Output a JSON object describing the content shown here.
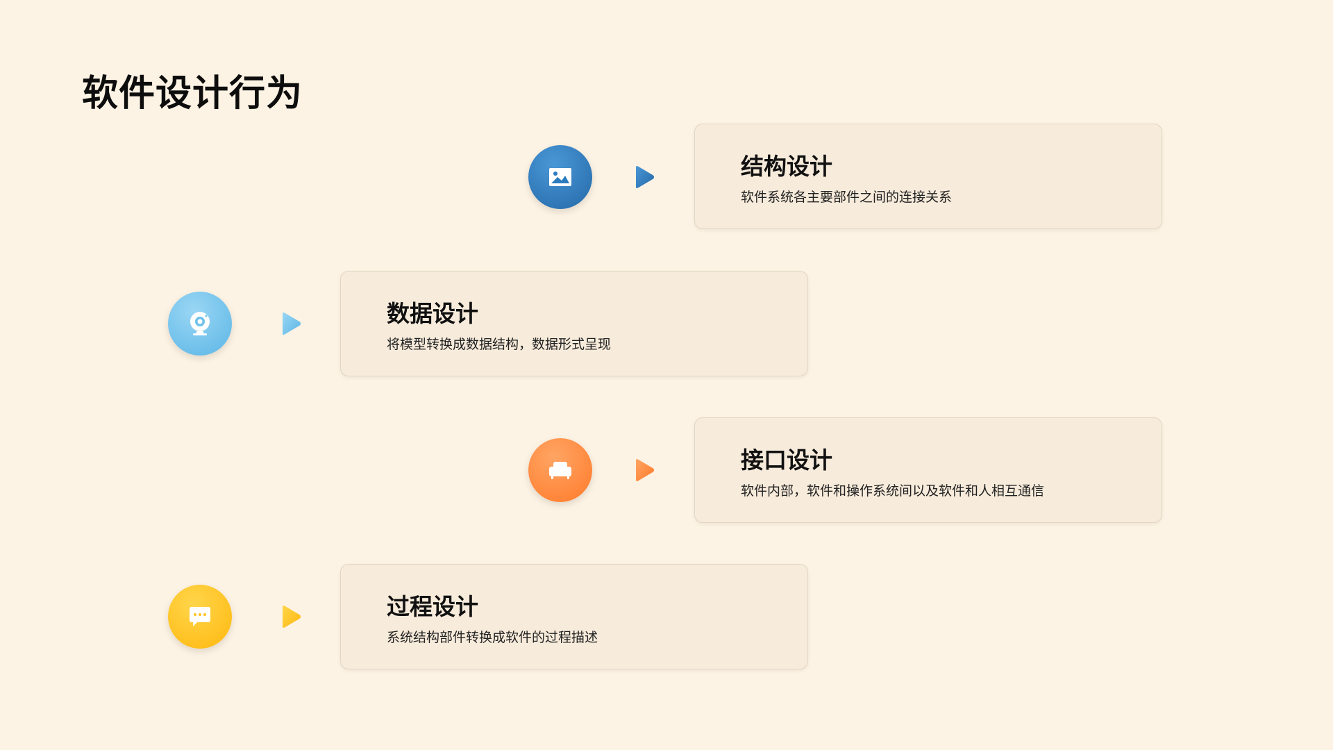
{
  "slide": {
    "title": "软件设计行为"
  },
  "items": [
    {
      "title": "结构设计",
      "description": "软件系统各主要部件之间的连接关系",
      "icon": "image-icon",
      "color": "#2b7bbf"
    },
    {
      "title": "数据设计",
      "description": "将模型转换成数据结构，数据形式呈现",
      "icon": "webcam-icon",
      "color": "#6ec1ea"
    },
    {
      "title": "接口设计",
      "description": "软件内部，软件和操作系统间以及软件和人相互通信",
      "icon": "sofa-icon",
      "color": "#ff8a3d"
    },
    {
      "title": "过程设计",
      "description": "系统结构部件转换成软件的过程描述",
      "icon": "chat-bubble-icon",
      "color": "#ffc41f"
    }
  ]
}
